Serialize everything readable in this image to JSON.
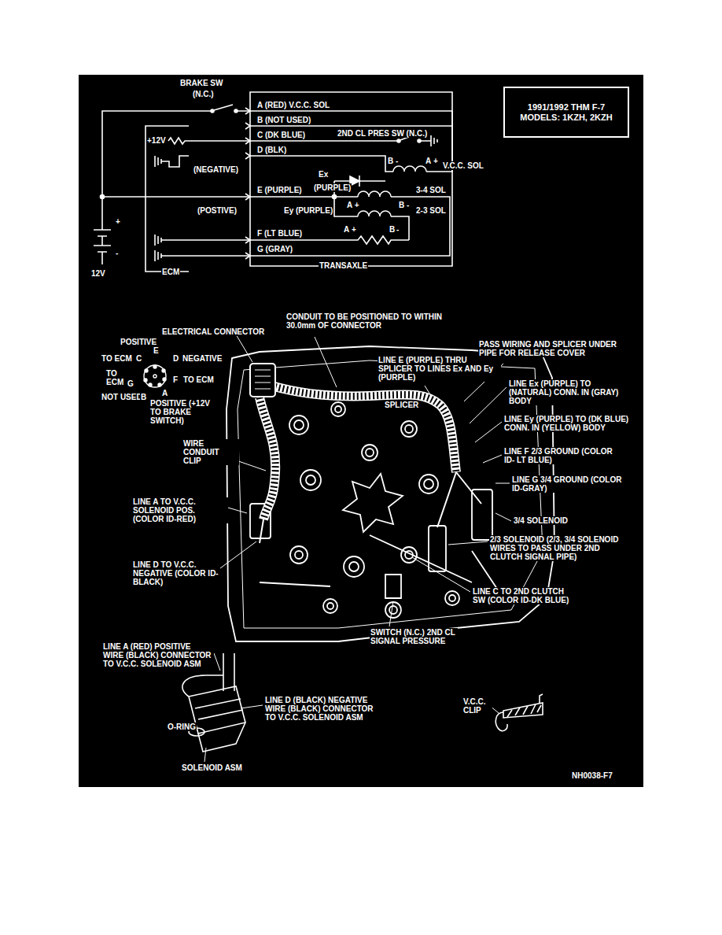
{
  "diagram": {
    "nodes": [
      {
        "text": [
          "1991/1992 THM F-7 MODELS: 1KZH, 2KZH"
        ]
      }
    ],
    "labels": [
      "BRAKE SW",
      "(N.C.)",
      "A (RED) V.C.C. SOL",
      "B (NOT USED)",
      "C (DK BLUE)",
      "2ND CL PRES SW (N.C.)",
      "+12V",
      "D (BLK)",
      "B",
      "-",
      "A",
      "+",
      "V.C.C. SOL",
      "Ex",
      "(NEGATIVE)",
      "(PURPLE)",
      "E (PURPLE)",
      "3-4 SOL",
      "A +",
      "B -",
      "Ey (PURPLE)",
      "(POSTIVE)",
      "2-3 SOL",
      "F (LT BLUE)",
      "A",
      "+",
      "B",
      "-",
      "G (GRAY)",
      "TRANSAXLE",
      "+",
      "-",
      "12V",
      "ECM",
      "ELECTRICAL CONNECTOR",
      "POSITIVE",
      "E",
      "TO ECM",
      "C",
      "D",
      "NEGATIVE",
      "TO ECM",
      "G",
      "F",
      "TO ECM",
      "NOT USED",
      "B",
      "A",
      "POSITIVE (+12V TO BRAKE SWITCH)",
      "CONDUIT TO BE POSITIONED TO WITHIN 30.0mm OF CONNECTOR",
      "LINE E (PURPLE) THRU SPLICER TO LINES Ex AND Ey (PURPLE)",
      "PASS WIRING AND SPLICER UNDER PIPE FOR RELEASE COVER",
      "SPLICER",
      "LINE Ex (PURPLE) TO (NATURAL) CONN. IN (GRAY) BODY",
      "LINE Ey (PURPLE) TO (DK BLUE) CONN. IN (YELLOW) BODY",
      "LINE F 2/3 GROUND (COLOR ID- LT BLUE)",
      "LINE G 3/4 GROUND (COLOR ID-GRAY)",
      "3/4 SOLENOID",
      "2/3 SOLENOID (2/3, 3/4 SOLENOID WIRES TO PASS UNDER 2ND CLUTCH SIGNAL PIPE)",
      "WIRE CONDUIT CLIP",
      "LINE A TO V.C.C. SOLENOID POS. (COLOR ID-RED)",
      "LINE D TO V.C.C. NEGATIVE (COLOR ID-BLACK)",
      "LINE C TO 2ND CLUTCH SW (COLOR ID-DK BLUE)",
      "SWITCH (N.C.) 2ND CL SIGNAL PRESSURE",
      "LINE A (RED) POSITIVE WIRE (BLACK) CONNECTOR TO V.C.C. SOLENOID ASM",
      "LINE D (BLACK) NEGATIVE WIRE (BLACK) CONNECTOR TO V.C.C. SOLENOID ASM",
      "O-RING",
      "SOLENOID ASM",
      "V.C.C. CLIP",
      "NH0038-F7"
    ]
  }
}
